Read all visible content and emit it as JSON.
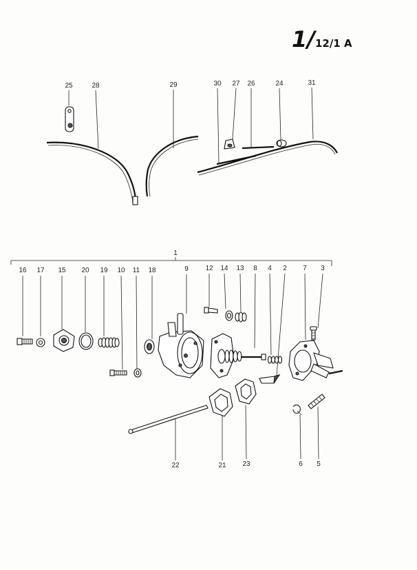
{
  "page_ref": {
    "main": "1/",
    "sub": "12/1 A"
  },
  "top_callouts": [
    {
      "id": "c25",
      "text": "25"
    },
    {
      "id": "c28",
      "text": "28"
    },
    {
      "id": "c29",
      "text": "29"
    },
    {
      "id": "c30",
      "text": "30"
    },
    {
      "id": "c27",
      "text": "27"
    },
    {
      "id": "c26",
      "text": "26"
    },
    {
      "id": "c24",
      "text": "24"
    },
    {
      "id": "c31",
      "text": "31"
    }
  ],
  "group_callout": {
    "text": "1"
  },
  "upper_callouts": [
    {
      "id": "c16",
      "text": "16"
    },
    {
      "id": "c17",
      "text": "17"
    },
    {
      "id": "c15",
      "text": "15"
    },
    {
      "id": "c20",
      "text": "20"
    },
    {
      "id": "c19",
      "text": "19"
    },
    {
      "id": "c10",
      "text": "10"
    },
    {
      "id": "c11",
      "text": "11"
    },
    {
      "id": "c18",
      "text": "18"
    },
    {
      "id": "c9",
      "text": "9"
    },
    {
      "id": "c12",
      "text": "12"
    },
    {
      "id": "c14",
      "text": "14"
    },
    {
      "id": "c13",
      "text": "13"
    },
    {
      "id": "c8",
      "text": "8"
    },
    {
      "id": "c4",
      "text": "4"
    },
    {
      "id": "c2",
      "text": "2"
    },
    {
      "id": "c7",
      "text": "7"
    },
    {
      "id": "c3",
      "text": "3"
    }
  ],
  "lower_callouts": [
    {
      "id": "c22",
      "text": "22"
    },
    {
      "id": "c21",
      "text": "21"
    },
    {
      "id": "c23",
      "text": "23"
    },
    {
      "id": "c6",
      "text": "6"
    },
    {
      "id": "c5",
      "text": "5"
    }
  ]
}
